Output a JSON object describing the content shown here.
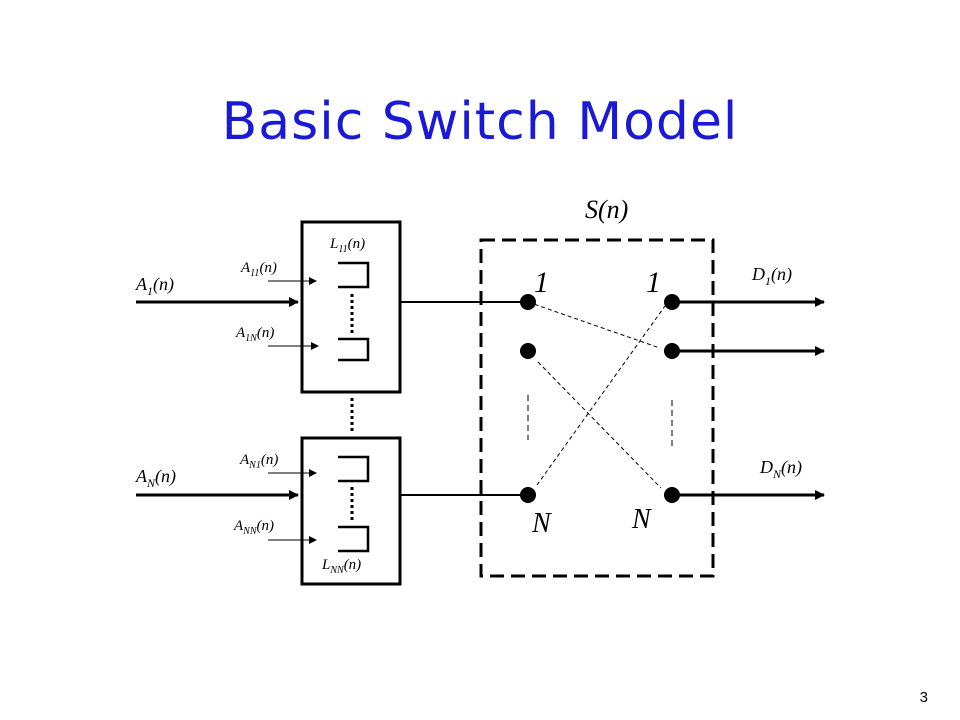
{
  "slide": {
    "title": "Basic Switch Model",
    "page_number": "3"
  },
  "diagram": {
    "switch_label": "S(n)",
    "inputs": [
      {
        "main": "A",
        "sub": "1",
        "arg": "(n)"
      },
      {
        "main": "A",
        "sub": "N",
        "arg": "(n)"
      }
    ],
    "queue_inputs": [
      {
        "main": "A",
        "sub": "11",
        "arg": "(n)"
      },
      {
        "main": "A",
        "sub": "1N",
        "arg": "(n)"
      },
      {
        "main": "A",
        "sub": "N1",
        "arg": "(n)"
      },
      {
        "main": "A",
        "sub": "NN",
        "arg": "(n)"
      }
    ],
    "queue_labels": [
      {
        "main": "L",
        "sub": "11",
        "arg": "(n)"
      },
      {
        "main": "L",
        "sub": "NN",
        "arg": "(n)"
      }
    ],
    "outputs": [
      {
        "main": "D",
        "sub": "1",
        "arg": "(n)"
      },
      {
        "main": "D",
        "sub": "N",
        "arg": "(n)"
      }
    ],
    "port_labels": {
      "input_top": "1",
      "output_top": "1",
      "input_bottom": "N",
      "output_bottom": "N"
    }
  }
}
